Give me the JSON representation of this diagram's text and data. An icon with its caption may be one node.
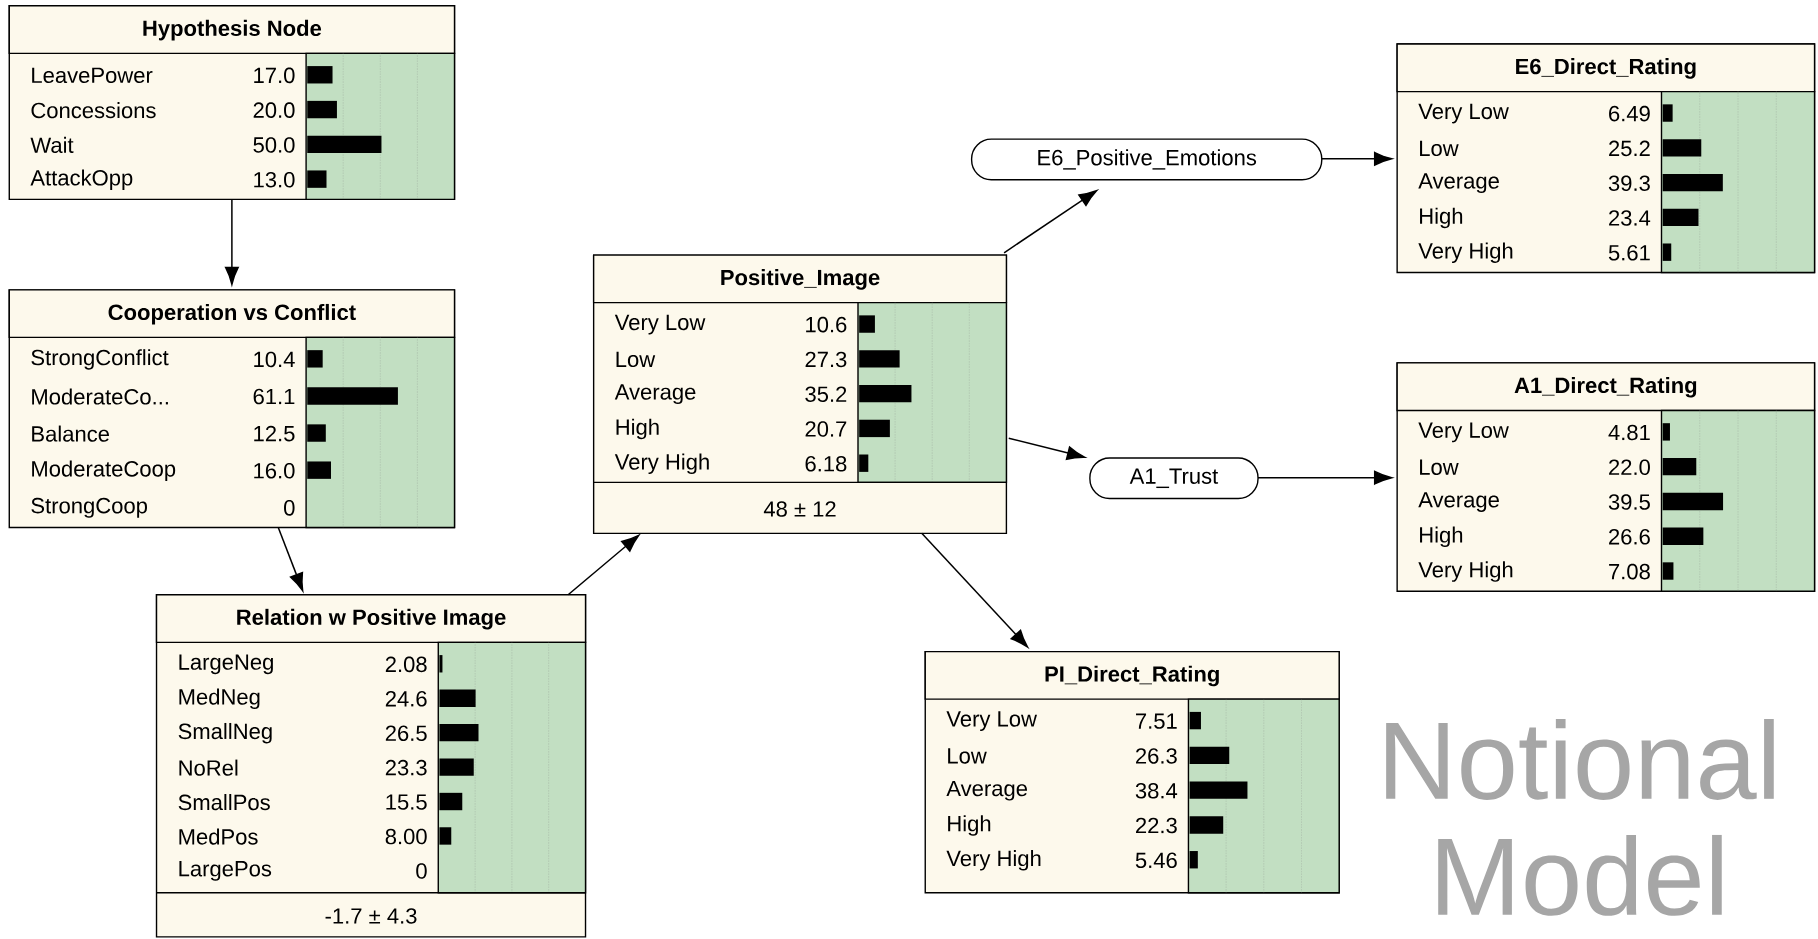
{
  "diagram": {
    "nodes": [
      {
        "text": [
          "Hypothesis Node",
          "LeavePower",
          "17.0",
          "Concessions",
          "20.0",
          "Wait",
          "50.0",
          "AttackOpp",
          "13.0"
        ]
      },
      {
        "text": [
          "Cooperation vs Conflict",
          "StrongConflict",
          "10.4",
          "ModerateCo...",
          "61.1",
          "Balance",
          "12.5",
          "ModerateCoop",
          "16.0",
          "StrongCoop",
          "0"
        ]
      },
      {
        "text": [
          "Relation w Positive Image",
          "LargeNeg",
          "2.08",
          "MedNeg",
          "24.6",
          "SmallNeg",
          "26.5",
          "NoRel",
          "23.3",
          "SmallPos",
          "15.5",
          "MedPos",
          "8.00",
          "LargePos",
          "0",
          "-1.7 ± 4.3"
        ]
      },
      {
        "text": [
          "Positive_Image",
          "Very Low",
          "10.6",
          "Low",
          "27.3",
          "Average",
          "35.2",
          "High",
          "20.7",
          "Very High",
          "6.18",
          "48 ± 12"
        ]
      },
      {
        "text": [
          "E6_Positive_Emotions"
        ]
      },
      {
        "text": [
          "A1_Trust"
        ]
      },
      {
        "text": [
          "E6_Direct_Rating",
          "Very Low",
          "6.49",
          "Low",
          "25.2",
          "Average",
          "39.3",
          "High",
          "23.4",
          "Very High",
          "5.61"
        ]
      },
      {
        "text": [
          "A1_Direct_Rating",
          "Very Low",
          "4.81",
          "Low",
          "22.0",
          "Average",
          "39.5",
          "High",
          "26.6",
          "Very High",
          "7.08"
        ]
      },
      {
        "text": [
          "PI_Direct_Rating",
          "Very Low",
          "7.51",
          "Low",
          "26.3",
          "Average",
          "38.4",
          "High",
          "22.3",
          "Very High",
          "5.46"
        ]
      }
    ],
    "edges": [
      {
        "from": 0,
        "to": 1,
        "arrow": "to"
      },
      {
        "from": 1,
        "to": 2,
        "arrow": "to"
      },
      {
        "from": 2,
        "to": 3,
        "arrow": "to"
      },
      {
        "from": 3,
        "to": 4,
        "arrow": "to"
      },
      {
        "from": 3,
        "to": 5,
        "arrow": "to"
      },
      {
        "from": 3,
        "to": 8,
        "arrow": "to"
      },
      {
        "from": 4,
        "to": 6,
        "arrow": "to"
      },
      {
        "from": 5,
        "to": 7,
        "arrow": "to"
      }
    ],
    "labels": [
      "Notional Model"
    ]
  }
}
